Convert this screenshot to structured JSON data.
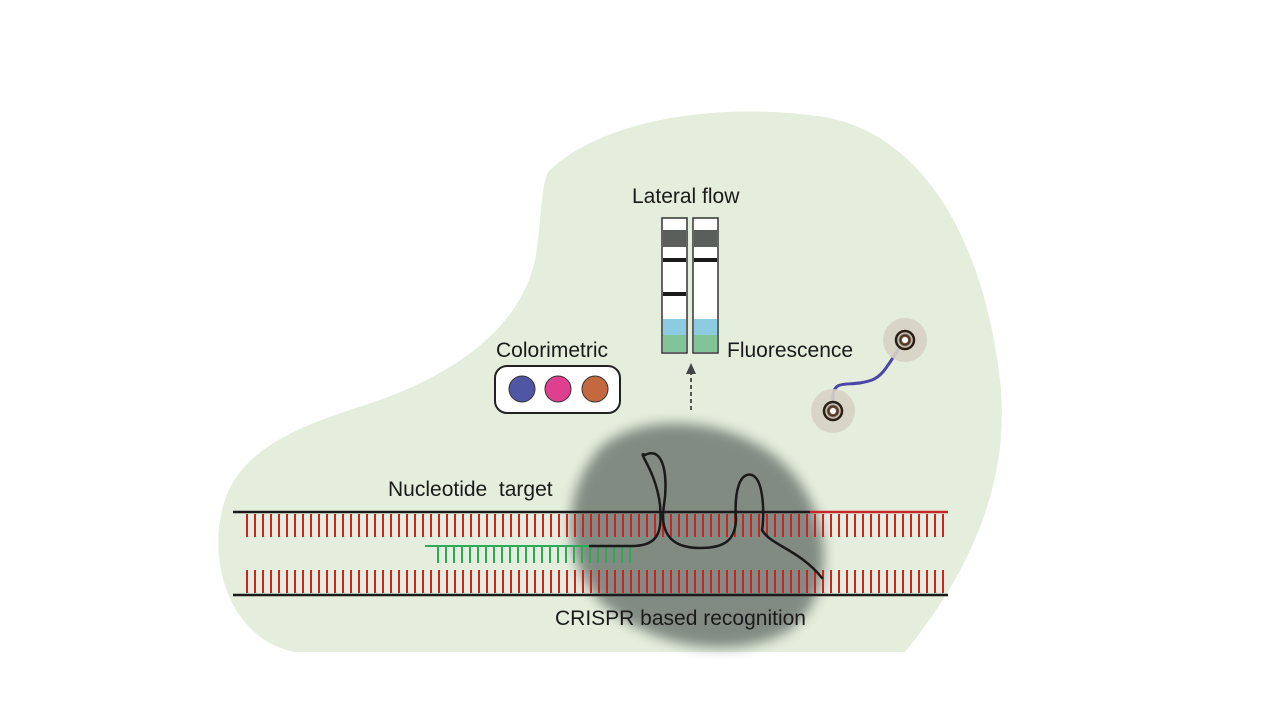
{
  "labels": {
    "lateral_flow": "Lateral flow",
    "colorimetric": "Colorimetric",
    "fluorescence": "Fluorescence",
    "nucleotide_target": "Nucleotide  target",
    "crispr": "CRISPR based recognition"
  },
  "colors": {
    "background_blob": "#e5eedd",
    "dna_teeth": "#c8242b",
    "dna_backbone": "#1a1a1a",
    "guide_rna": "#2ea95a",
    "cas_protein": "#6f7a72",
    "dot_blue": "#4f56a3",
    "dot_magenta": "#de3f8f",
    "dot_orange": "#c4683f",
    "strip_blue": "#8dcbe0",
    "strip_green": "#80c497",
    "strip_dark": "#5a5f5c",
    "reporter_line": "#4a46a8"
  },
  "icons": [
    "lateral-flow-strip-icon",
    "color-dot-icon",
    "fluorescent-reporter-icon",
    "cas-protein-icon",
    "dna-strand-icon",
    "guide-rna-icon",
    "arrow-up-icon"
  ]
}
